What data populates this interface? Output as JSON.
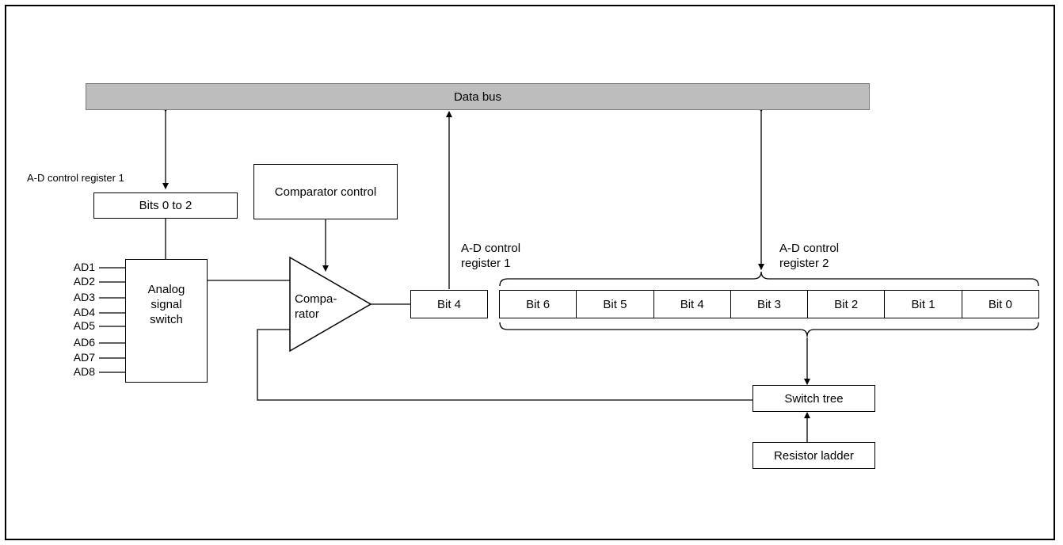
{
  "data_bus": {
    "label": "Data bus"
  },
  "adcr1_top": {
    "label": "A-D control register 1"
  },
  "bits0to2": {
    "label": "Bits 0 to 2"
  },
  "comparator_control": {
    "label": "Comparator control"
  },
  "analog_switch": {
    "label_lines": [
      "Analog",
      "signal",
      "switch"
    ]
  },
  "comparator": {
    "label_lines": [
      "Compa-",
      "rator"
    ]
  },
  "adcr1_right": {
    "label_lines": [
      "A-D control",
      "register 1"
    ],
    "bit_label": "Bit 4"
  },
  "adcr2": {
    "label_lines": [
      "A-D control",
      "register 2"
    ],
    "bits": [
      "Bit 6",
      "Bit 5",
      "Bit 4",
      "Bit 3",
      "Bit 2",
      "Bit 1",
      "Bit 0"
    ]
  },
  "analog_inputs": [
    "AD1",
    "AD2",
    "AD3",
    "AD4",
    "AD5",
    "AD6",
    "AD7",
    "AD8"
  ],
  "switch_tree": {
    "label": "Switch tree"
  },
  "resistor_ladder": {
    "label": "Resistor ladder"
  }
}
